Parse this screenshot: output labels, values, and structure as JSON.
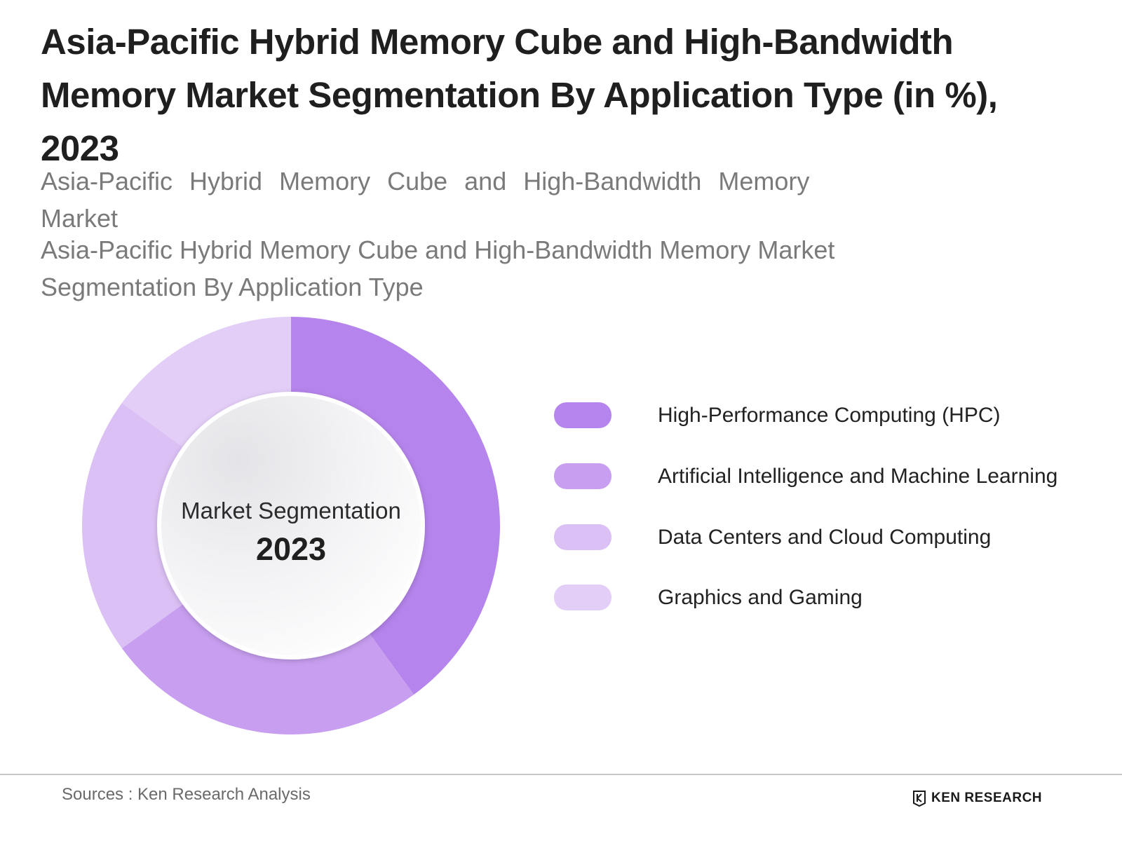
{
  "title": "Asia-Pacific Hybrid Memory Cube and High-Bandwidth Memory Market Segmentation By Application Type (in %), 2023",
  "subtitle_1": "Asia-Pacific Hybrid Memory Cube and High-Bandwidth Memory Market",
  "subtitle_2": "Asia-Pacific Hybrid Memory Cube and High-Bandwidth Memory Market Segmentation By Application Type",
  "center": {
    "label": "Market Segmentation",
    "year": "2023"
  },
  "chart_data": {
    "type": "pie",
    "title": "Asia-Pacific Hybrid Memory Cube and High-Bandwidth Memory Market Segmentation By Application Type (in %), 2023",
    "categories": [
      "High-Performance Computing (HPC)",
      "Artificial Intelligence and Machine Learning",
      "Data Centers and Cloud Computing",
      "Graphics and Gaming"
    ],
    "values": [
      40,
      25,
      20,
      15
    ],
    "colors": [
      "#b584ec",
      "#c79ef0",
      "#dbc0f5",
      "#e3cef7"
    ],
    "donut": true,
    "legend_position": "right"
  },
  "legend": [
    {
      "label": "High-Performance Computing (HPC)",
      "color": "#b584ec"
    },
    {
      "label": "Artificial Intelligence and Machine Learning",
      "color": "#c79ef0"
    },
    {
      "label": "Data Centers and Cloud Computing",
      "color": "#dbc0f5"
    },
    {
      "label": "Graphics and Gaming",
      "color": "#e3cef7"
    }
  ],
  "footer": {
    "sources": "Sources : Ken Research Analysis",
    "brand": "KEN RESEARCH"
  }
}
